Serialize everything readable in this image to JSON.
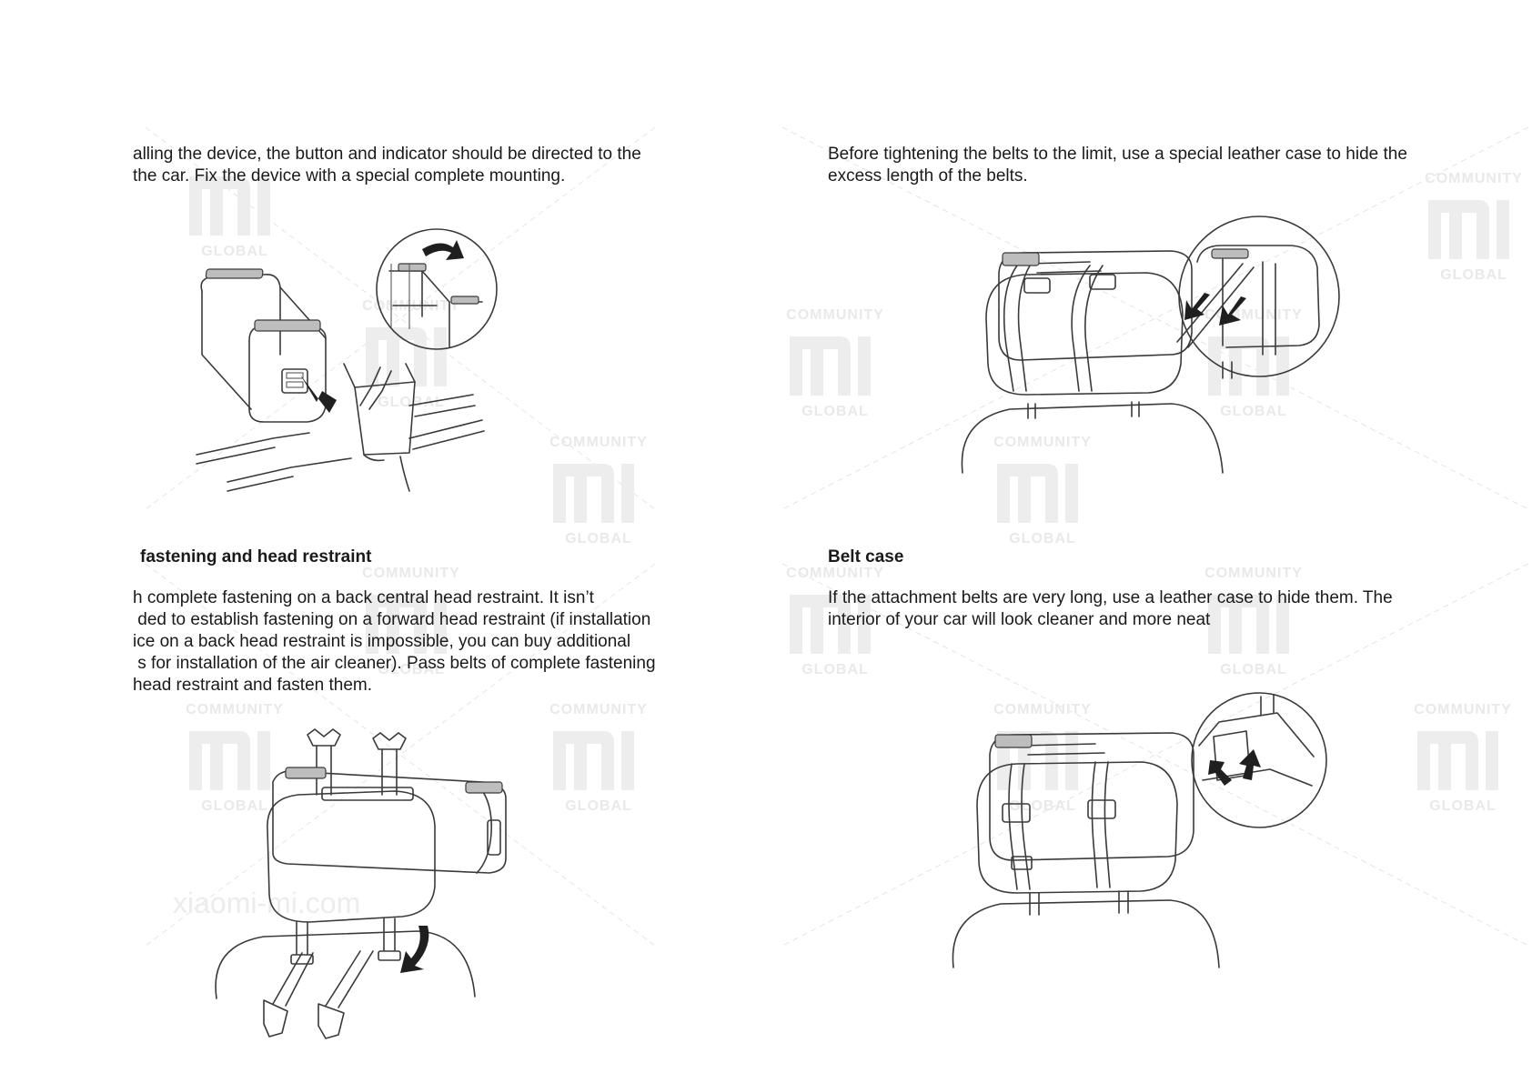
{
  "watermark": {
    "top": "COMMUNITY",
    "bottom": "GLOBAL",
    "site": "xiaomi-mi.com"
  },
  "left": {
    "intro": [
      "alling the device, the button and indicator should be directed to the",
      "the car. Fix the device with a special complete mounting."
    ],
    "heading": "fastening and head restraint",
    "body": [
      "h complete fastening on a back central head restraint. It isn’t",
      " ded to establish fastening on a forward head restraint (if installation",
      "ice on a back head restraint is impossible, you can buy additional",
      " s for installation of the air cleaner). Pass belts of complete fastening",
      "head restraint and fasten them."
    ]
  },
  "right": {
    "intro": [
      "Before tightening the belts to the limit, use a special leather case to hide the",
      "excess length of the belts."
    ],
    "heading": "Belt case",
    "body": [
      "If the attachment belts are very long, use a leather case to hide them. The",
      "interior of your car will look cleaner and more neat"
    ]
  }
}
